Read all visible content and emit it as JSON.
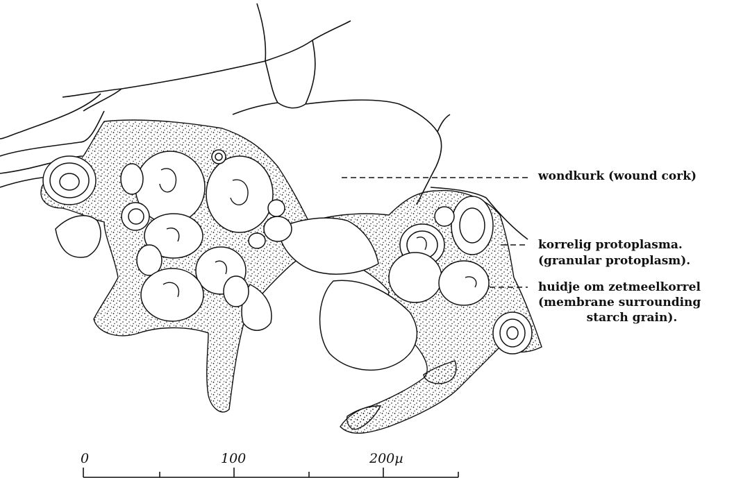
{
  "labels": {
    "wound_cork": "wondkurk (wound cork)",
    "granular_line1": "korrelig protoplasma.",
    "granular_line2": "(granular protoplasm).",
    "membrane_line1": "huidje om zetmeelkorrel",
    "membrane_line2": "(membrane surrounding",
    "membrane_line3": "starch grain)."
  },
  "scale_bar": {
    "tick_0": "0",
    "tick_100": "100",
    "tick_200": "200µ"
  },
  "colors": {
    "ink": "#111111",
    "background": "#ffffff"
  }
}
